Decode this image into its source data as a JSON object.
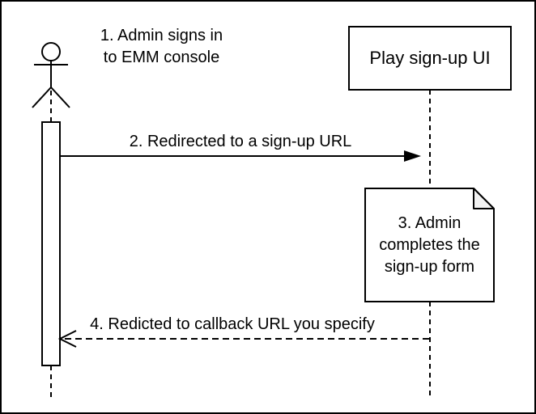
{
  "diagram": {
    "type": "sequence-diagram",
    "colors": {
      "stroke": "#000000",
      "background": "#ffffff",
      "note_fold": "#f2f2f2"
    }
  },
  "participants": {
    "admin_actor": {
      "icon": "stick-figure-actor"
    },
    "play_signup_ui": {
      "label": "Play sign-up UI"
    }
  },
  "messages": {
    "step1": {
      "label": "1. Admin signs in\nto EMM console"
    },
    "step2": {
      "label": "2. Redirected to a sign-up URL",
      "arrow": "solid-filled-right"
    },
    "step3_note": {
      "label": "3. Admin\ncompletes the\nsign-up form"
    },
    "step4": {
      "label": "4. Redicted to callback URL you specify",
      "arrow": "dashed-open-left"
    }
  }
}
